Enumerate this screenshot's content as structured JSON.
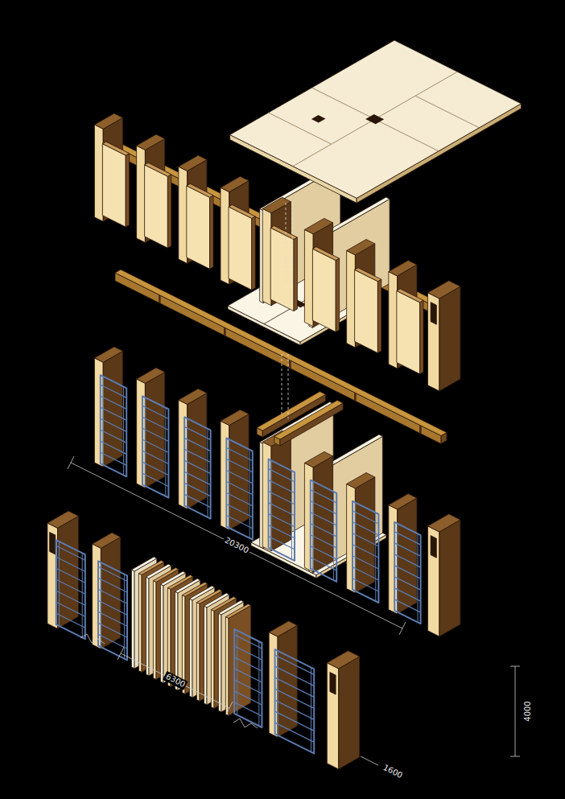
{
  "diagram": {
    "labels": [
      "20300",
      "6300",
      "4000",
      "1600"
    ]
  }
}
